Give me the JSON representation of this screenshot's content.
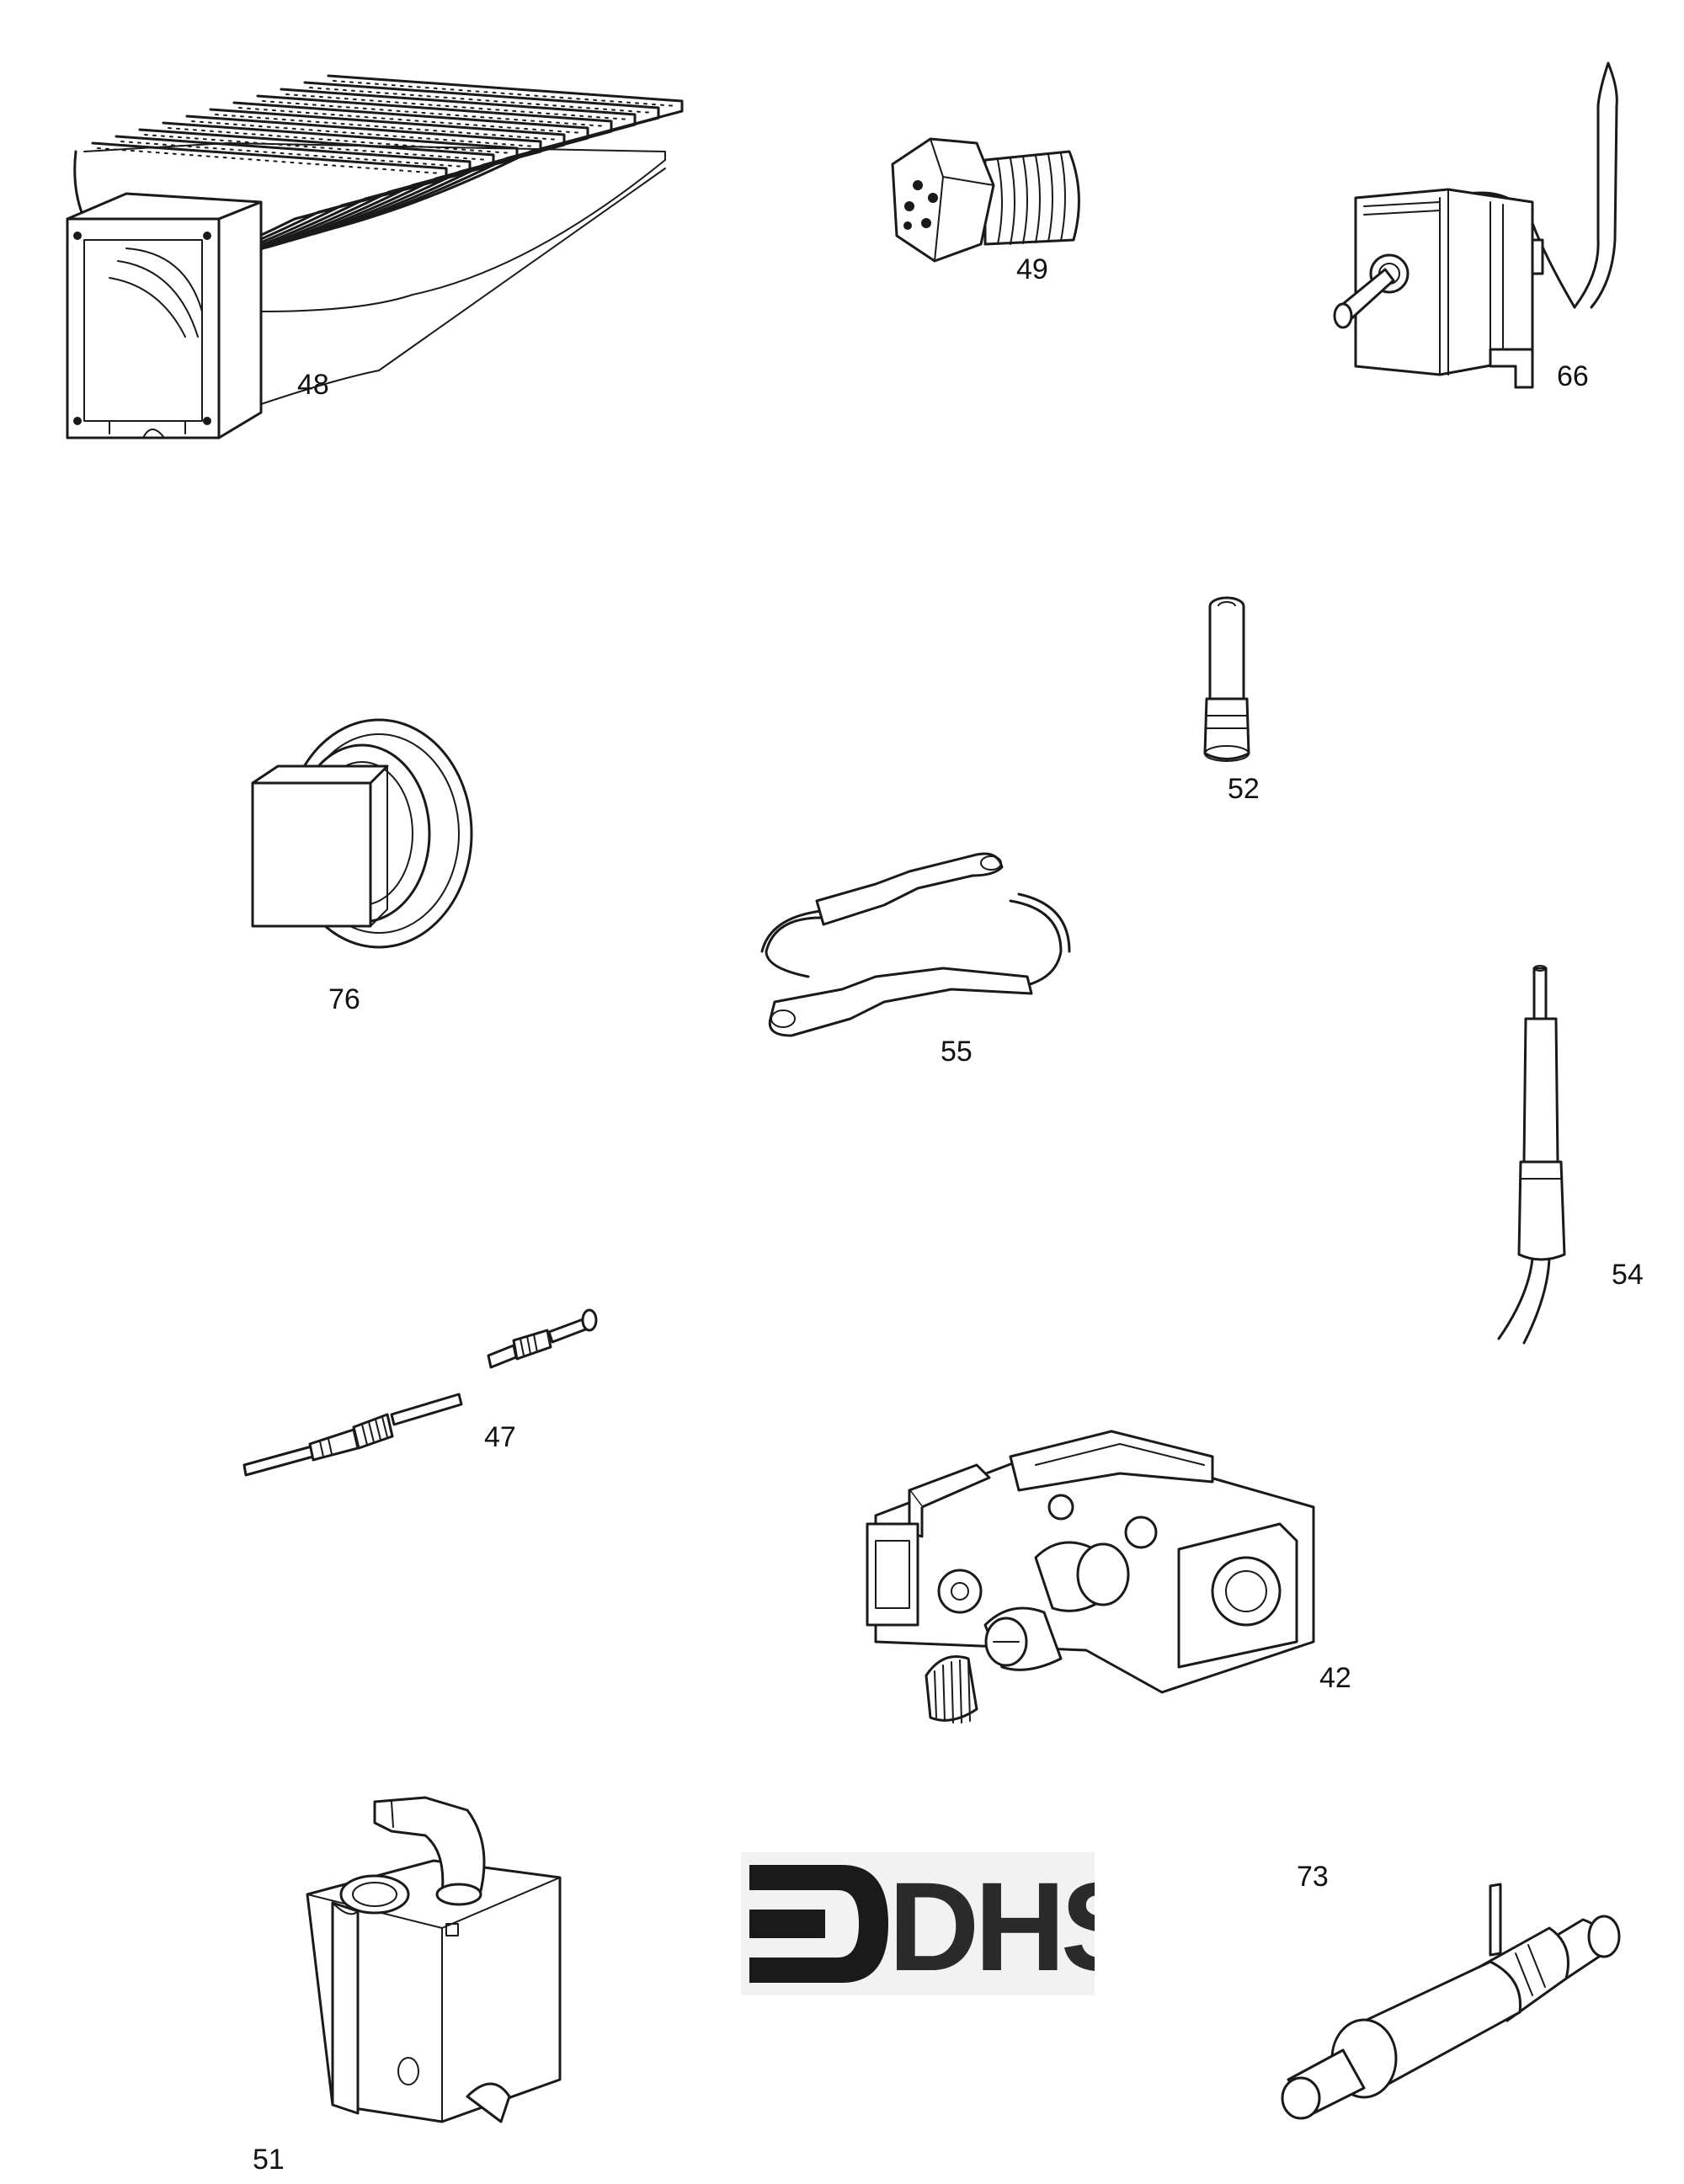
{
  "parts": [
    {
      "id": "48",
      "label": "48",
      "icon": "burner-manifold-icon"
    },
    {
      "id": "49",
      "label": "49",
      "icon": "injector-nut-icon"
    },
    {
      "id": "66",
      "label": "66",
      "icon": "thermostat-icon"
    },
    {
      "id": "52",
      "label": "52",
      "icon": "sleeve-icon"
    },
    {
      "id": "76",
      "label": "76",
      "icon": "control-knob-icon"
    },
    {
      "id": "55",
      "label": "55",
      "icon": "lead-cable-icon"
    },
    {
      "id": "54",
      "label": "54",
      "icon": "electrode-probe-icon"
    },
    {
      "id": "47",
      "label": "47",
      "icon": "thermocouple-icon"
    },
    {
      "id": "42",
      "label": "42",
      "icon": "gas-valve-icon"
    },
    {
      "id": "51",
      "label": "51",
      "icon": "piezo-igniter-icon"
    },
    {
      "id": "73",
      "label": "73",
      "icon": "overheat-thermostat-icon"
    }
  ],
  "logo": {
    "text": "DHS",
    "icon": "dhs-logo-icon"
  },
  "colors": {
    "ink": "#1a1a1a",
    "background": "#ffffff"
  }
}
